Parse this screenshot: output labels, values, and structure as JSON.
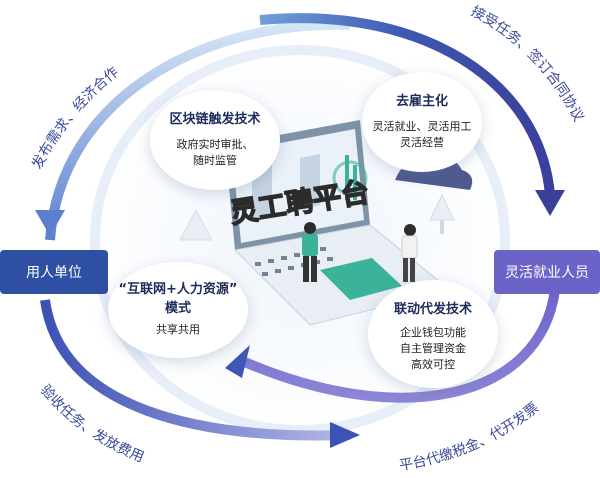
{
  "left_label": "用人单位",
  "right_label": "灵活就业人员",
  "center_title": "灵工聘平台",
  "arcs": {
    "top_left": "发布需求、经济合作",
    "top_right": "接受任务、签订合同协议",
    "bottom_left": "验收任务、发放费用",
    "bottom_right": "平台代缴税金、代开发票"
  },
  "cards": {
    "blockchain": {
      "title": "区块链触发技术",
      "lines": [
        "政府实时审批、",
        "随时监管"
      ]
    },
    "decentral": {
      "title": "去雇主化",
      "lines": [
        "灵活就业、灵活用工",
        "灵活经营"
      ]
    },
    "internet": {
      "title": "“互联网+人力资源”",
      "title2": "模式",
      "lines": [
        "共享共用"
      ]
    },
    "linked": {
      "title": "联动代发技术",
      "lines": [
        "企业钱包功能",
        "自主管理资金",
        "高效可控"
      ]
    }
  },
  "colors": {
    "navy": "#2f3d8f",
    "purple": "#6b63c7",
    "light_blue": "#9fc3e8",
    "green": "#3bb29a"
  }
}
